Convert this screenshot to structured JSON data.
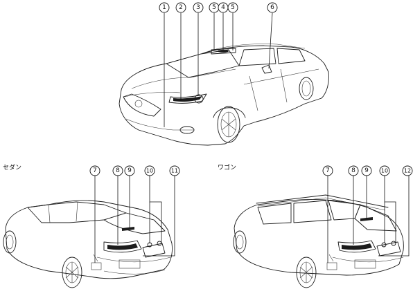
{
  "sections": {
    "sedan_label": "セダン",
    "wagon_label": "ワゴン"
  },
  "callouts": {
    "c1": "1",
    "c2": "2",
    "c3": "3",
    "c4": "4",
    "c5a": "5",
    "c5b": "5",
    "c6": "6",
    "s7": "7",
    "s8": "8",
    "s9": "9",
    "s10": "10",
    "s11": "11",
    "w7": "7",
    "w8": "8",
    "w9": "9",
    "w10": "10",
    "w12": "12"
  }
}
